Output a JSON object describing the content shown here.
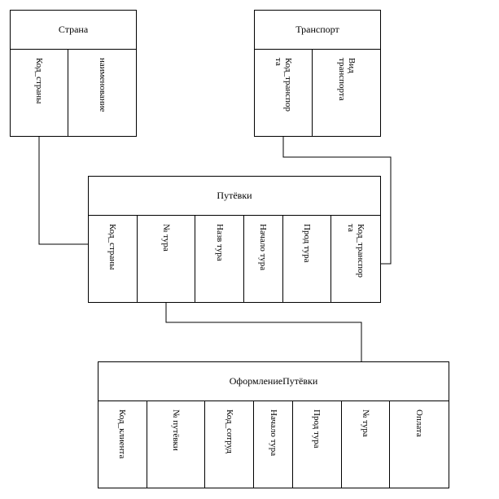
{
  "entities": {
    "strana": {
      "title": "Страна",
      "columns": [
        "Код_страны",
        "наименование"
      ]
    },
    "transport": {
      "title": "Транспорт",
      "columns": [
        "Код_транспор\nта",
        "Вид\nтранспорта"
      ]
    },
    "putevki": {
      "title": "Путёвки",
      "columns": [
        "Код_страны",
        "№ тура",
        "Назв тура",
        "Начало тура",
        "Прод тура",
        "Код_транспор\nта"
      ]
    },
    "oformlenie": {
      "title": "ОформлениеПутёвки",
      "columns": [
        "Код_клиента",
        "№ путёвки",
        "Код_сотруд",
        "Начало тура",
        "Прод тура",
        "№ тура",
        "Оплата"
      ]
    }
  }
}
